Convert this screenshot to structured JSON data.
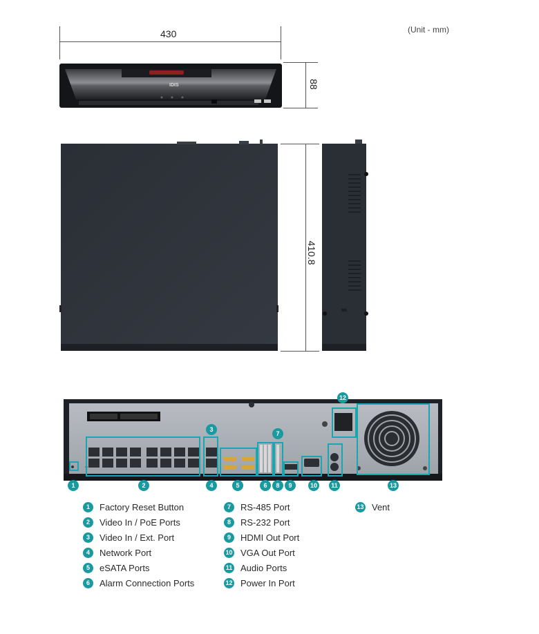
{
  "unit_label": "(Unit - mm)",
  "dimensions": {
    "width": "430",
    "height": "88",
    "depth": "410.8"
  },
  "front_logo": "IDIS",
  "callout_numbers": [
    "1",
    "2",
    "3",
    "4",
    "5",
    "6",
    "7",
    "8",
    "9",
    "10",
    "11",
    "12",
    "13"
  ],
  "legend": [
    {
      "num": "1",
      "label": "Factory Reset Button"
    },
    {
      "num": "2",
      "label": "Video In / PoE Ports"
    },
    {
      "num": "3",
      "label": "Video In / Ext. Port"
    },
    {
      "num": "4",
      "label": "Network Port"
    },
    {
      "num": "5",
      "label": "eSATA Ports"
    },
    {
      "num": "6",
      "label": "Alarm Connection Ports"
    },
    {
      "num": "7",
      "label": "RS-485 Port"
    },
    {
      "num": "8",
      "label": "RS-232 Port"
    },
    {
      "num": "9",
      "label": "HDMI Out Port"
    },
    {
      "num": "10",
      "label": "VGA Out Port"
    },
    {
      "num": "11",
      "label": "Audio Ports"
    },
    {
      "num": "12",
      "label": "Power In Port"
    },
    {
      "num": "13",
      "label": "Vent"
    }
  ],
  "colors": {
    "accent": "#1a9aa0",
    "highlight": "#1aa6b0",
    "chassis": "#2b2f36"
  }
}
